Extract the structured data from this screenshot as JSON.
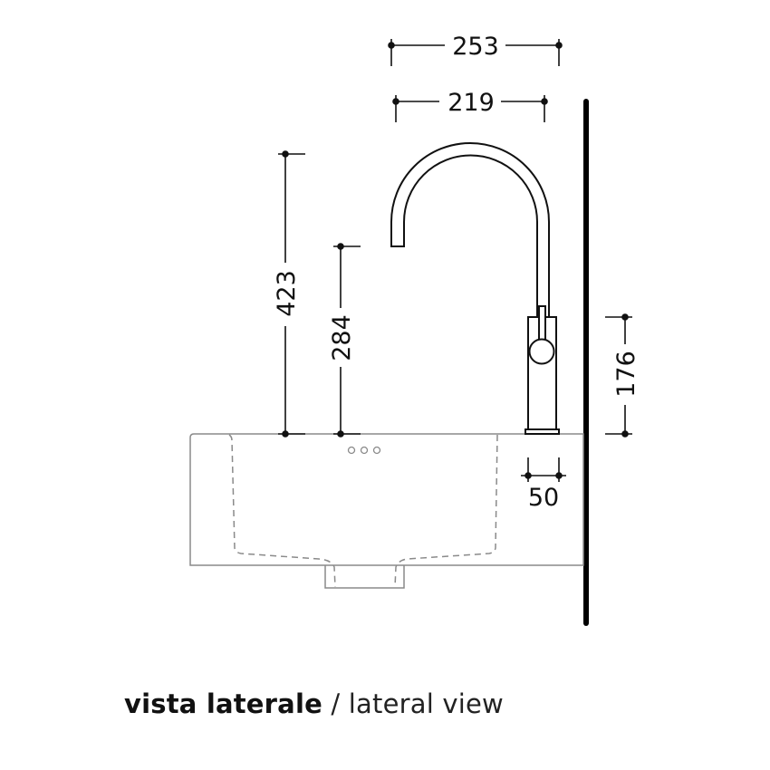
{
  "drawing": {
    "type": "technical side view",
    "subject": "washbasin with gooseneck mixer tap mounted against wall",
    "dimensions": {
      "spout_outer_reach": "253",
      "spout_inner_reach": "219",
      "tap_total_height": "423",
      "spout_outlet_height": "284",
      "tap_body_height": "176",
      "tap_wall_offset": "50"
    },
    "units": "mm",
    "basin_holes": 3,
    "colors": {
      "line": "#111111",
      "basin_outline": "#8a8a8a",
      "wall": "#000000"
    }
  },
  "caption": {
    "bold": "vista laterale",
    "separator": " / ",
    "light": "lateral view"
  }
}
